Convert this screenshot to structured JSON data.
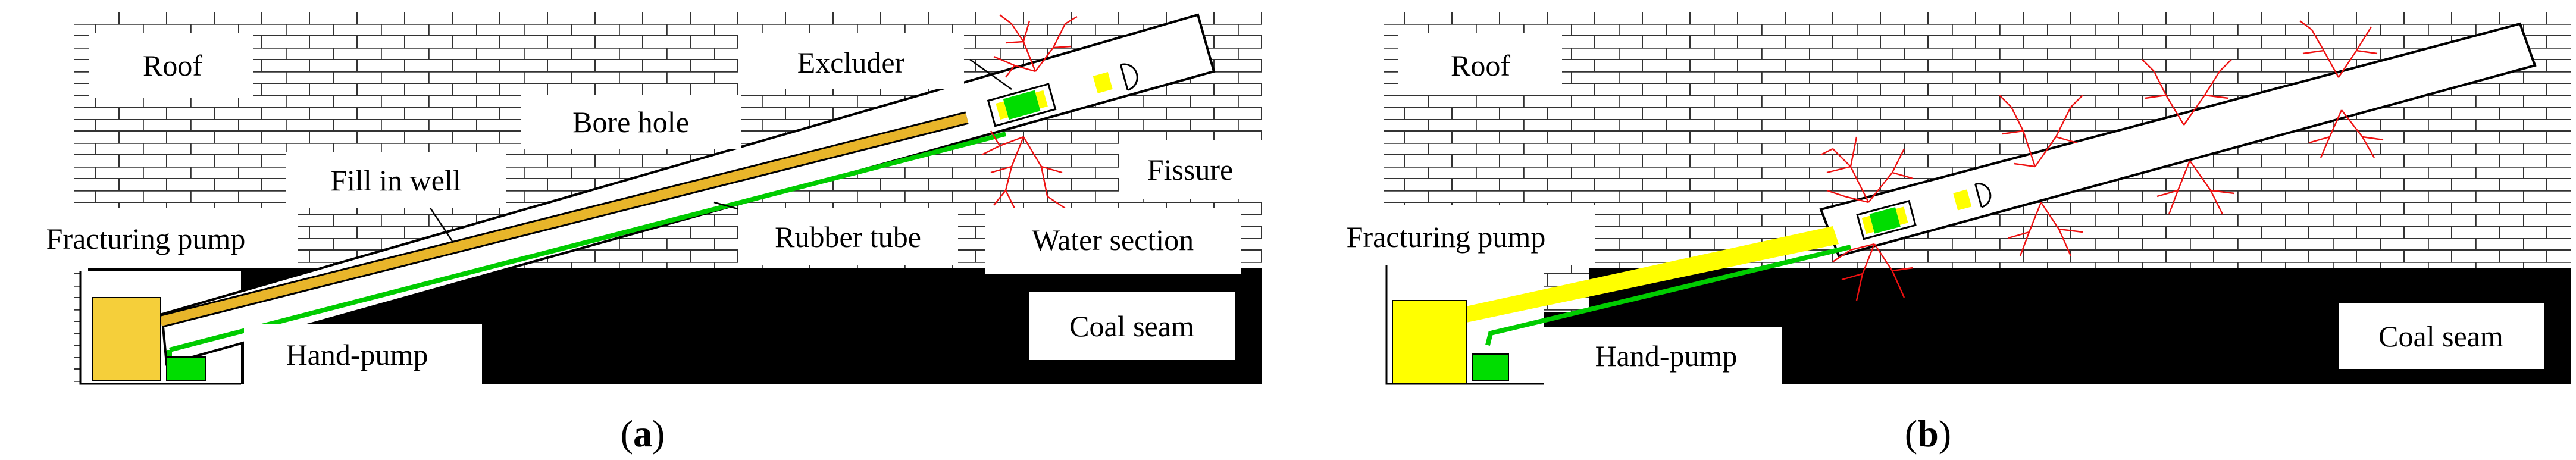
{
  "panel_a": {
    "labels": {
      "roof": "Roof",
      "excluder": "Excluder",
      "bore_hole": "Bore hole",
      "fill_in_well": "Fill in well",
      "fissure": "Fissure",
      "fracturing_pump": "Fracturing pump",
      "rubber_tube": "Rubber tube",
      "water_section": "Water section",
      "coal_seam": "Coal seam",
      "hand_pump": "Hand-pump"
    },
    "caption_letter": "a"
  },
  "panel_b": {
    "labels": {
      "roof": "Roof",
      "fracturing_pump": "Fracturing pump",
      "hand_pump": "Hand-pump",
      "coal_seam": "Coal seam"
    },
    "caption_letter": "b"
  },
  "caption_open": "(",
  "caption_close": ")",
  "colors": {
    "fill_line_a": "#e8b52a",
    "fill_line_b": "#ffff00",
    "pump_a": "#f5cf3a",
    "pump_b": "#ffff00",
    "hand_pump": "#00dd00",
    "rubber_tube": "#00cc00",
    "fissure": "#ee1111",
    "coal": "#000000"
  }
}
